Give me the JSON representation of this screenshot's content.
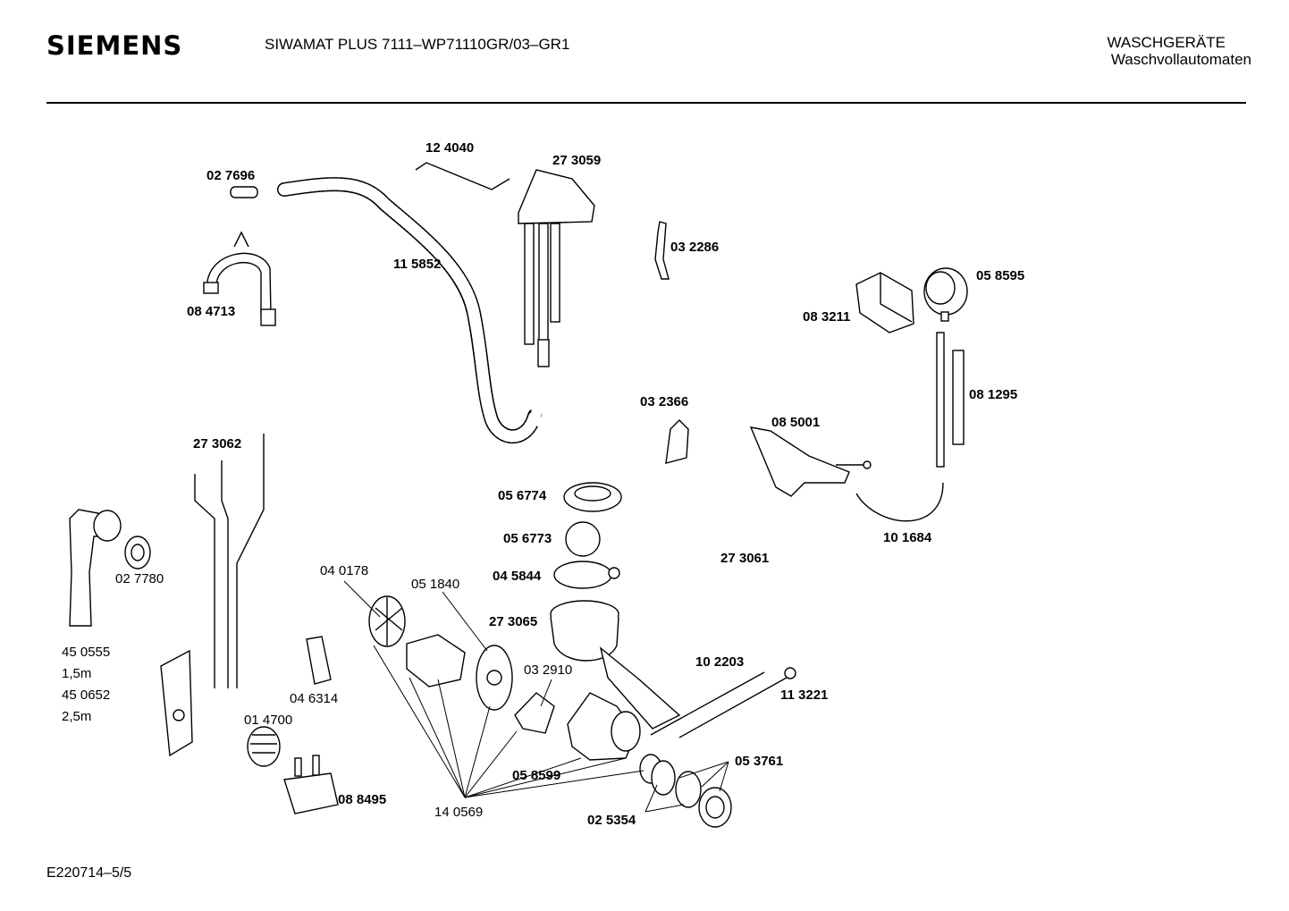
{
  "header": {
    "brand": "SIEMENS",
    "model": "SIWAMAT PLUS 7111–WP71110GR/03–GR1",
    "category_line1": "WASCHGERÄTE",
    "category_line2": "Waschvollautomaten"
  },
  "footer": {
    "code": "E220714–5/5"
  },
  "parts": [
    {
      "id": "p01",
      "label": "02 7696"
    },
    {
      "id": "p02",
      "label": "12 4040"
    },
    {
      "id": "p03",
      "label": "27 3059"
    },
    {
      "id": "p04",
      "label": "03 2286"
    },
    {
      "id": "p05",
      "label": "11 5852"
    },
    {
      "id": "p06",
      "label": "08 4713"
    },
    {
      "id": "p07",
      "label": "05 8595"
    },
    {
      "id": "p08",
      "label": "08 3211"
    },
    {
      "id": "p09",
      "label": "08 1295"
    },
    {
      "id": "p10",
      "label": "03 2366"
    },
    {
      "id": "p11",
      "label": "08 5001"
    },
    {
      "id": "p12",
      "label": "27 3062"
    },
    {
      "id": "p13",
      "label": "05 6774"
    },
    {
      "id": "p14",
      "label": "05 6773"
    },
    {
      "id": "p15",
      "label": "04 5844"
    },
    {
      "id": "p16",
      "label": "10 1684"
    },
    {
      "id": "p17",
      "label": "27 3061"
    },
    {
      "id": "p18",
      "label": "02 7780"
    },
    {
      "id": "p19",
      "label": "04 0178"
    },
    {
      "id": "p20",
      "label": "05 1840"
    },
    {
      "id": "p21",
      "label": "27 3065"
    },
    {
      "id": "p22",
      "label": "45 0555"
    },
    {
      "id": "p23",
      "label": "1,5m"
    },
    {
      "id": "p24",
      "label": "45 0652"
    },
    {
      "id": "p25",
      "label": "2,5m"
    },
    {
      "id": "p26",
      "label": "10 2203"
    },
    {
      "id": "p27",
      "label": "03 2910"
    },
    {
      "id": "p28",
      "label": "11 3221"
    },
    {
      "id": "p29",
      "label": "04 6314"
    },
    {
      "id": "p30",
      "label": "01 4700"
    },
    {
      "id": "p31",
      "label": "05 3761"
    },
    {
      "id": "p32",
      "label": "05 8599"
    },
    {
      "id": "p33",
      "label": "08 8495"
    },
    {
      "id": "p34",
      "label": "14 0569"
    },
    {
      "id": "p35",
      "label": "02 5354"
    }
  ]
}
